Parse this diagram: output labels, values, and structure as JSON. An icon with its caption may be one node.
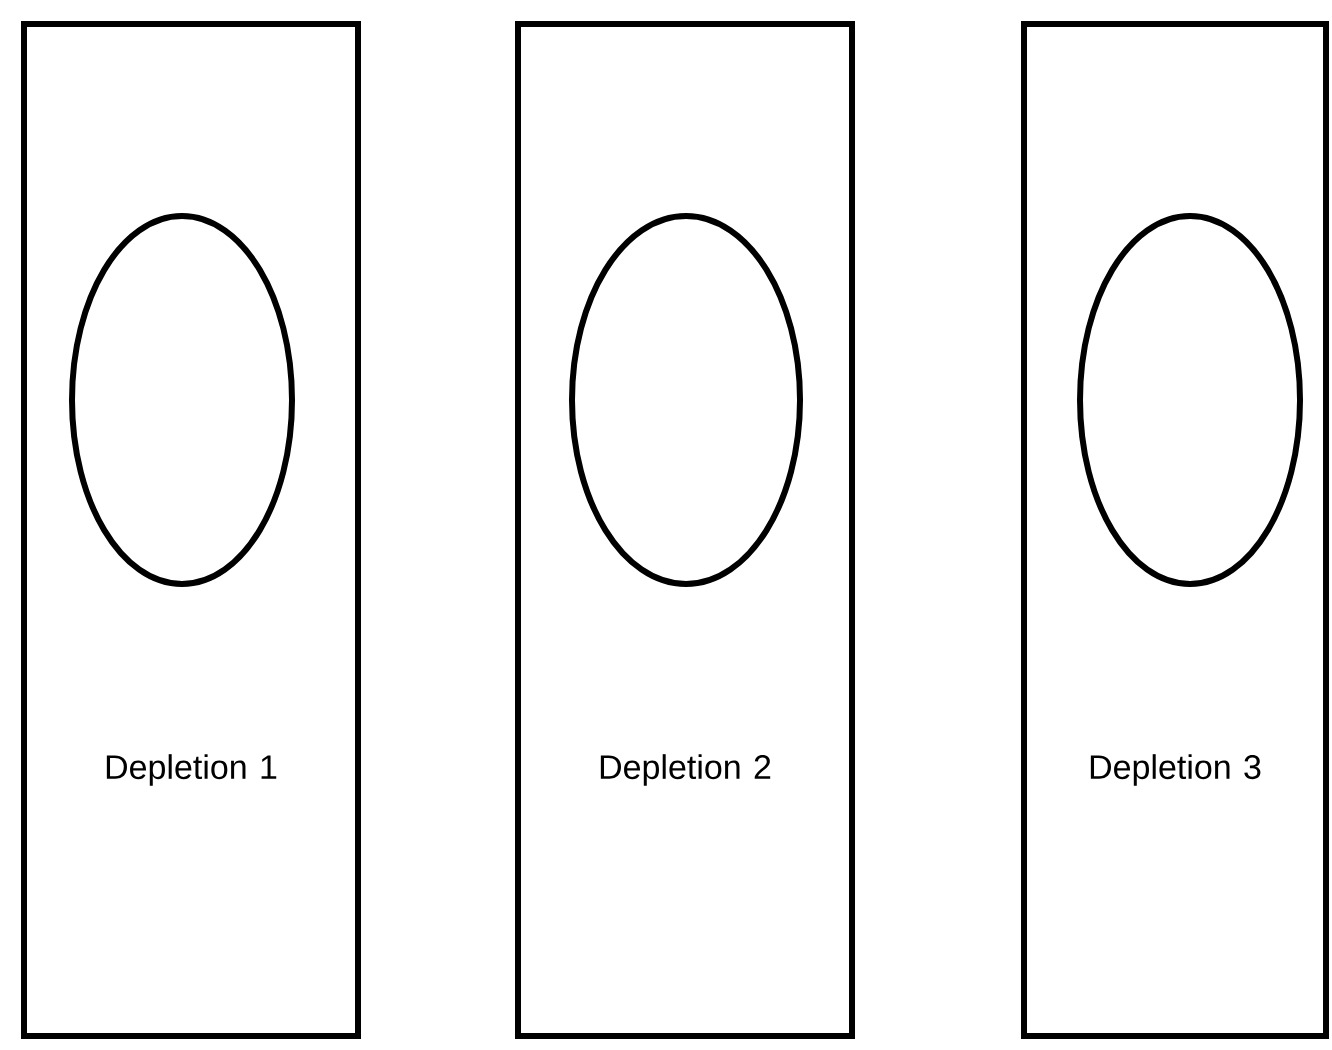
{
  "diagram": {
    "nodes": [
      {
        "text": [
          "Depletion 1"
        ]
      },
      {
        "text": [],
        "shape": "ellipse",
        "in": 0
      },
      {
        "text": [
          "Depletion 2"
        ]
      },
      {
        "text": [],
        "shape": "ellipse",
        "in": 2
      },
      {
        "text": [
          "Depletion 3"
        ]
      },
      {
        "text": [],
        "shape": "ellipse",
        "in": 4
      }
    ]
  }
}
